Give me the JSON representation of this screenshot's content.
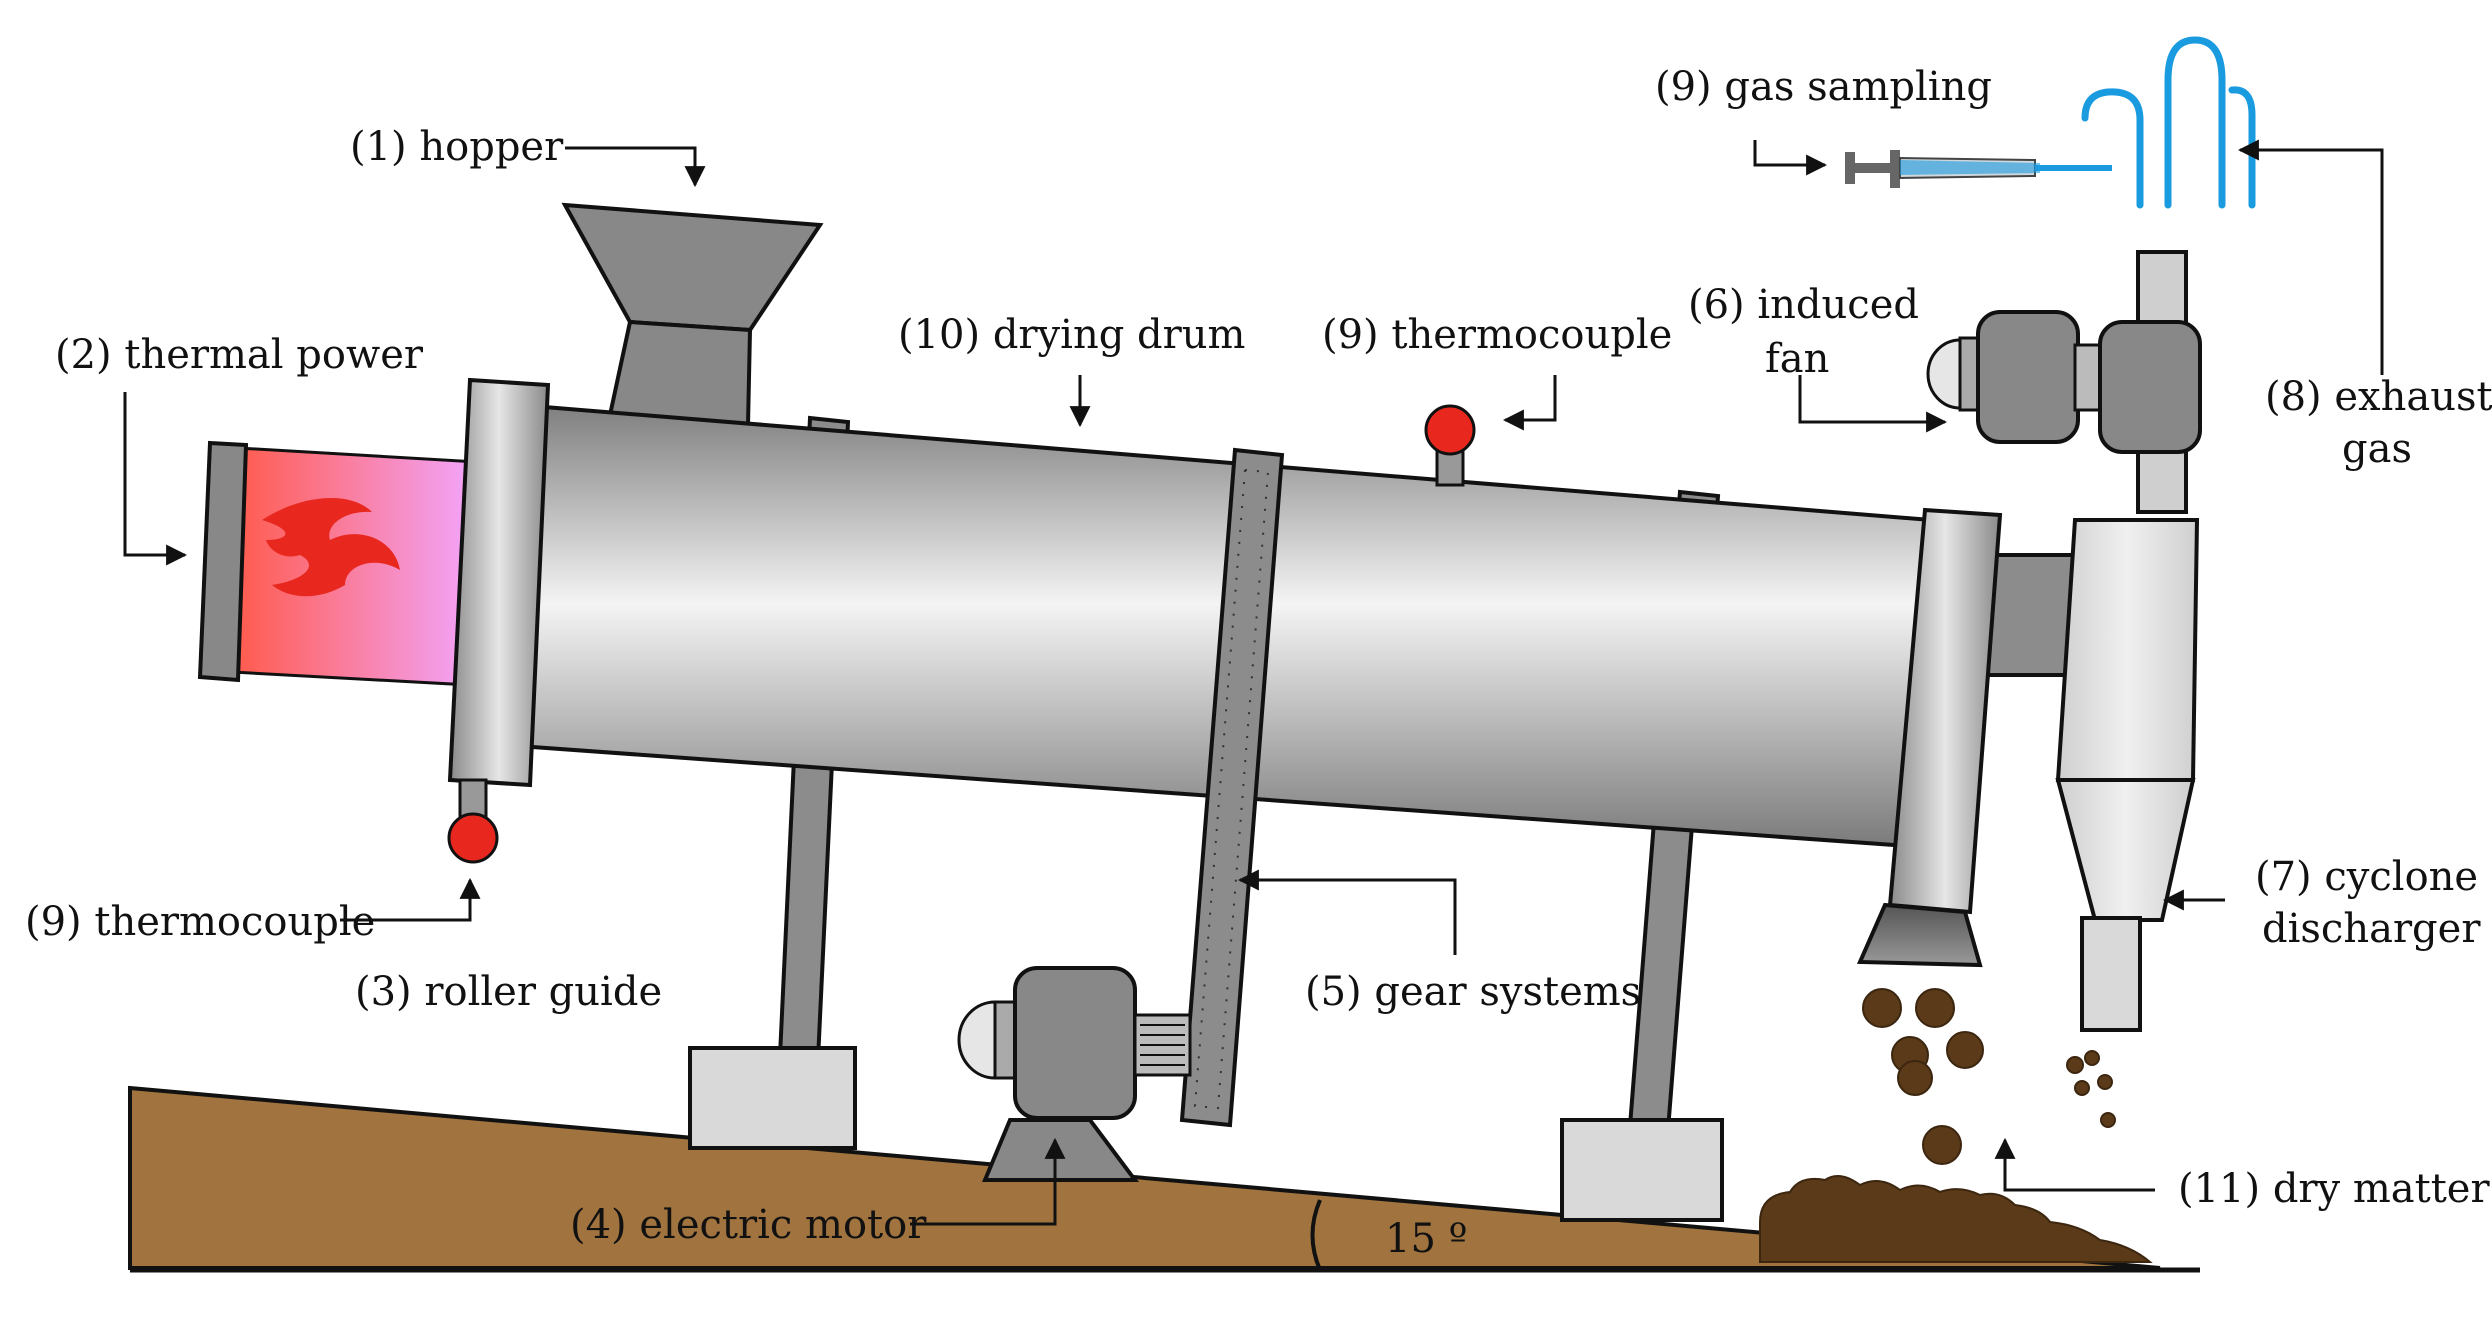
{
  "labels": {
    "hopper": "(1) hopper",
    "thermal_power": "(2) thermal power",
    "roller_guide": "(3) roller guide",
    "electric_motor": "(4) electric motor",
    "gear_systems": "(5) gear systems",
    "induced_fan_1": "(6) induced",
    "induced_fan_2": "fan",
    "cyclone_1": "(7) cyclone",
    "cyclone_2": "discharger",
    "exhaust_1": "(8) exhaust",
    "exhaust_2": "gas",
    "thermocouple_top": "(9) thermocouple",
    "thermocouple_bottom": "(9) thermocouple",
    "gas_sampling": "(9) gas sampling",
    "drying_drum": "(10) drying drum",
    "dry_matter": "(11) dry matter",
    "angle": "15 º"
  },
  "colors": {
    "ground": "#a0733f",
    "drum_dark": "#8a8a8a",
    "drum_light": "#f2f2f2",
    "part_gray": "#888888",
    "light_gray": "#d9d9d9",
    "thermocouple": "#e8281e",
    "flame": "#e8281e",
    "burner_left": "#ff5a4a",
    "burner_right": "#f5a0ff",
    "exhaust": "#1a9be0",
    "dry_matter": "#5a3a18"
  }
}
